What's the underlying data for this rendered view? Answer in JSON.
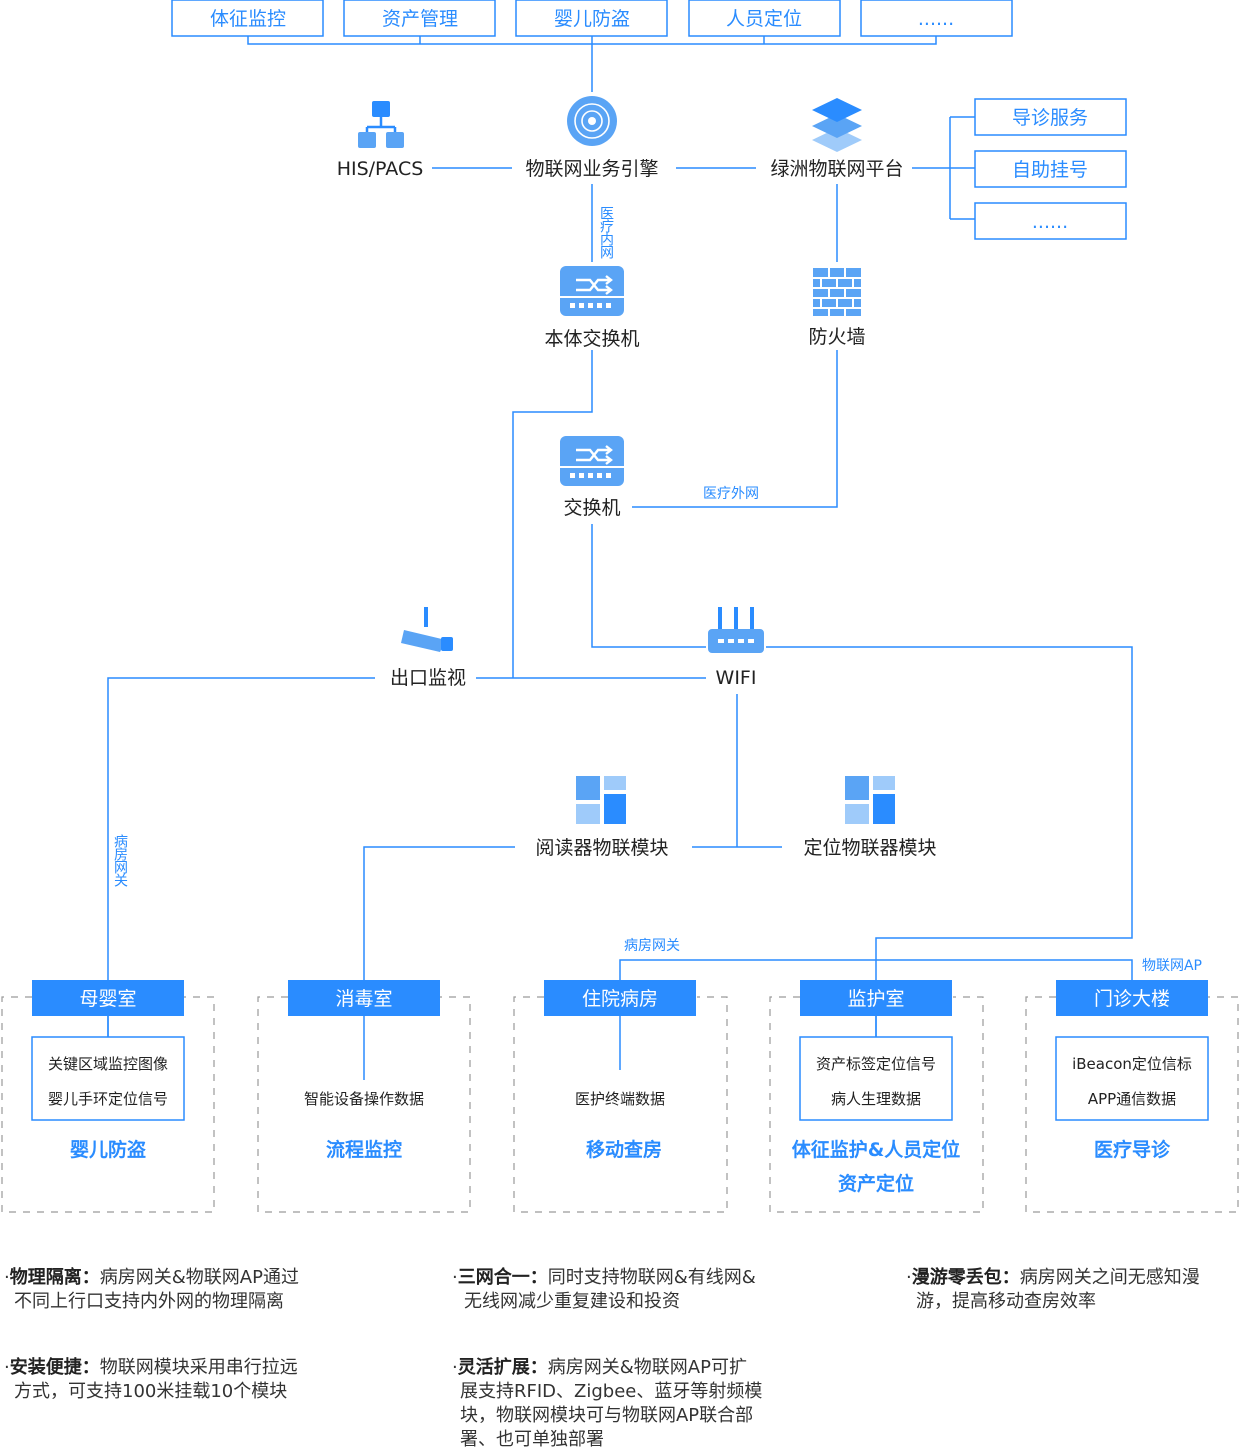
{
  "top_row": [
    "体征监控",
    "资产管理",
    "婴儿防盗",
    "人员定位",
    "......"
  ],
  "nodes": {
    "his": "HIS/PACS",
    "engine": "物联网业务引擎",
    "platform": "绿洲物联网平台",
    "switch_main": "本体交换机",
    "firewall": "防火墙",
    "switch": "交换机",
    "export": "出口监视",
    "wifi": "WIFI",
    "reader": "阅读器物联模块",
    "locator": "定位物联器模块"
  },
  "services": [
    "导诊服务",
    "自助挂号",
    "......"
  ],
  "line_labels": {
    "internal": "医疗内网",
    "external": "医疗外网",
    "ward_gw_v": "病房网关",
    "ward_gw_h": "病房网关",
    "iot_ap": "物联网AP"
  },
  "zones": [
    {
      "header": "母婴室",
      "details": [
        "关键区域监控图像",
        "婴儿手环定位信号"
      ],
      "titles": [
        "婴儿防盗"
      ]
    },
    {
      "header": "消毒室",
      "details": [
        "智能设备操作数据"
      ],
      "titles": [
        "流程监控"
      ]
    },
    {
      "header": "住院病房",
      "details": [
        "医护终端数据"
      ],
      "titles": [
        "移动查房"
      ]
    },
    {
      "header": "监护室",
      "details": [
        "资产标签定位信号",
        "病人生理数据"
      ],
      "titles": [
        "体征监护&人员定位",
        "资产定位"
      ]
    },
    {
      "header": "门诊大楼",
      "details": [
        "iBeacon定位信标",
        "APP通信数据"
      ],
      "titles": [
        "医疗导诊"
      ]
    }
  ],
  "notes": [
    {
      "title": "物理隔离：",
      "lines": [
        "病房网关&物联网AP通过",
        "不同上行口支持内外网的物理隔离"
      ]
    },
    {
      "title": "三网合一：",
      "lines": [
        "同时支持物联网&有线网&",
        "无线网减少重复建设和投资"
      ]
    },
    {
      "title": "漫游零丢包：",
      "lines": [
        "病房网关之间无感知漫",
        "游，提高移动查房效率"
      ]
    },
    {
      "title": "安装便捷：",
      "lines": [
        "物联网模块采用串行拉远",
        "方式，可支持100米挂载10个模块"
      ]
    },
    {
      "title": "灵活扩展：",
      "lines": [
        "病房网关&物联网AP可扩",
        "展支持RFID、Zigbee、蓝牙等射频模",
        "块，物联网模块可与物联网AP联合部",
        "署、也可单独部署"
      ]
    }
  ],
  "colors": {
    "accent": "#2a8cff",
    "icon": "#5aa4f5",
    "dashed": "#9a9a9a"
  },
  "icons": [
    "sitemap-icon",
    "disc-icon",
    "layers-icon",
    "switch-icon",
    "firewall-icon",
    "camera-icon",
    "router-icon",
    "module-icon"
  ]
}
